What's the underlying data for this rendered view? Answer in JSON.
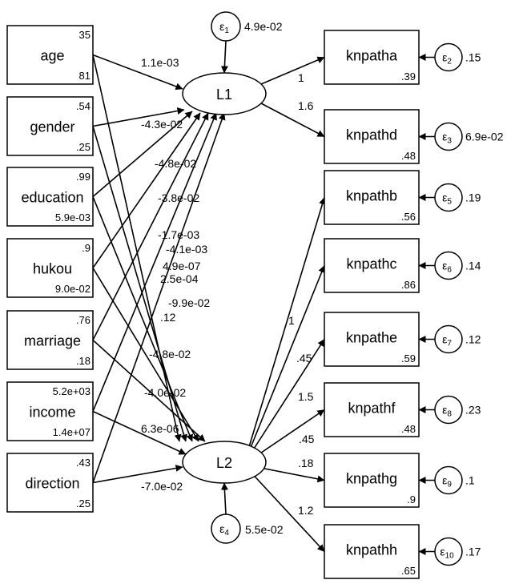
{
  "latents": [
    {
      "id": "L1",
      "label": "L1",
      "error": {
        "label": "ε",
        "sub": "1",
        "value": "4.9e-02"
      }
    },
    {
      "id": "L2",
      "label": "L2",
      "error": {
        "label": "ε",
        "sub": "4",
        "value": "5.5e-02"
      }
    }
  ],
  "exogenous": [
    {
      "id": "age",
      "label": "age",
      "mean": "35",
      "variance": "81"
    },
    {
      "id": "gender",
      "label": "gender",
      "mean": ".54",
      "variance": ".25"
    },
    {
      "id": "education",
      "label": "education",
      "mean": ".99",
      "variance": "5.9e-03"
    },
    {
      "id": "hukou",
      "label": "hukou",
      "mean": ".9",
      "variance": "9.0e-02"
    },
    {
      "id": "marriage",
      "label": "marriage",
      "mean": ".76",
      "variance": ".18"
    },
    {
      "id": "income",
      "label": "income",
      "mean": "5.2e+03",
      "variance": "1.4e+07"
    },
    {
      "id": "direction",
      "label": "direction",
      "mean": ".43",
      "variance": ".25"
    }
  ],
  "indicators": [
    {
      "id": "knpatha",
      "label": "knpatha",
      "intercept": ".39",
      "loading": "1",
      "error": {
        "sub": "2",
        "value": ".15"
      }
    },
    {
      "id": "knpathd",
      "label": "knpathd",
      "intercept": ".48",
      "loading": "1.6",
      "error": {
        "sub": "3",
        "value": "6.9e-02"
      }
    },
    {
      "id": "knpathb",
      "label": "knpathb",
      "intercept": ".56",
      "loading": "1",
      "error": {
        "sub": "5",
        "value": ".19"
      }
    },
    {
      "id": "knpathc",
      "label": "knpathc",
      "intercept": ".86",
      "loading": ".45",
      "error": {
        "sub": "6",
        "value": ".14"
      }
    },
    {
      "id": "knpathe",
      "label": "knpathe",
      "intercept": ".59",
      "loading": "1.5",
      "error": {
        "sub": "7",
        "value": ".12"
      }
    },
    {
      "id": "knpathf",
      "label": "knpathf",
      "intercept": ".48",
      "loading": ".45",
      "error": {
        "sub": "8",
        "value": ".23"
      }
    },
    {
      "id": "knpathg",
      "label": "knpathg",
      "intercept": ".9",
      "loading": ".18",
      "error": {
        "sub": "9",
        "value": ".1"
      }
    },
    {
      "id": "knpathh",
      "label": "knpathh",
      "intercept": ".65",
      "loading": "1.2",
      "error": {
        "sub": "10",
        "value": ".17"
      }
    }
  ],
  "paths_to_L1": [
    {
      "from": "age",
      "coef": "1.1e-03"
    },
    {
      "from": "gender",
      "coef": "-4.3e-02"
    },
    {
      "from": "education",
      "coef": "-4.8e-02"
    },
    {
      "from": "hukou",
      "coef": "-3.8e-02"
    },
    {
      "from": "marriage",
      "coef": "-1.7e-03"
    },
    {
      "from": "income",
      "coef": "4.9e-07"
    },
    {
      "from": "direction",
      "coef": "-9.9e-02"
    }
  ],
  "paths_to_L2": [
    {
      "from": "age",
      "coef": "-4.1e-03"
    },
    {
      "from": "gender",
      "coef": "2.5e-04"
    },
    {
      "from": "education",
      "coef": ".12"
    },
    {
      "from": "hukou",
      "coef": "-4.8e-02"
    },
    {
      "from": "marriage",
      "coef": "-4.0e-02"
    },
    {
      "from": "income",
      "coef": "6.3e-06"
    },
    {
      "from": "direction",
      "coef": "-7.0e-02"
    }
  ]
}
